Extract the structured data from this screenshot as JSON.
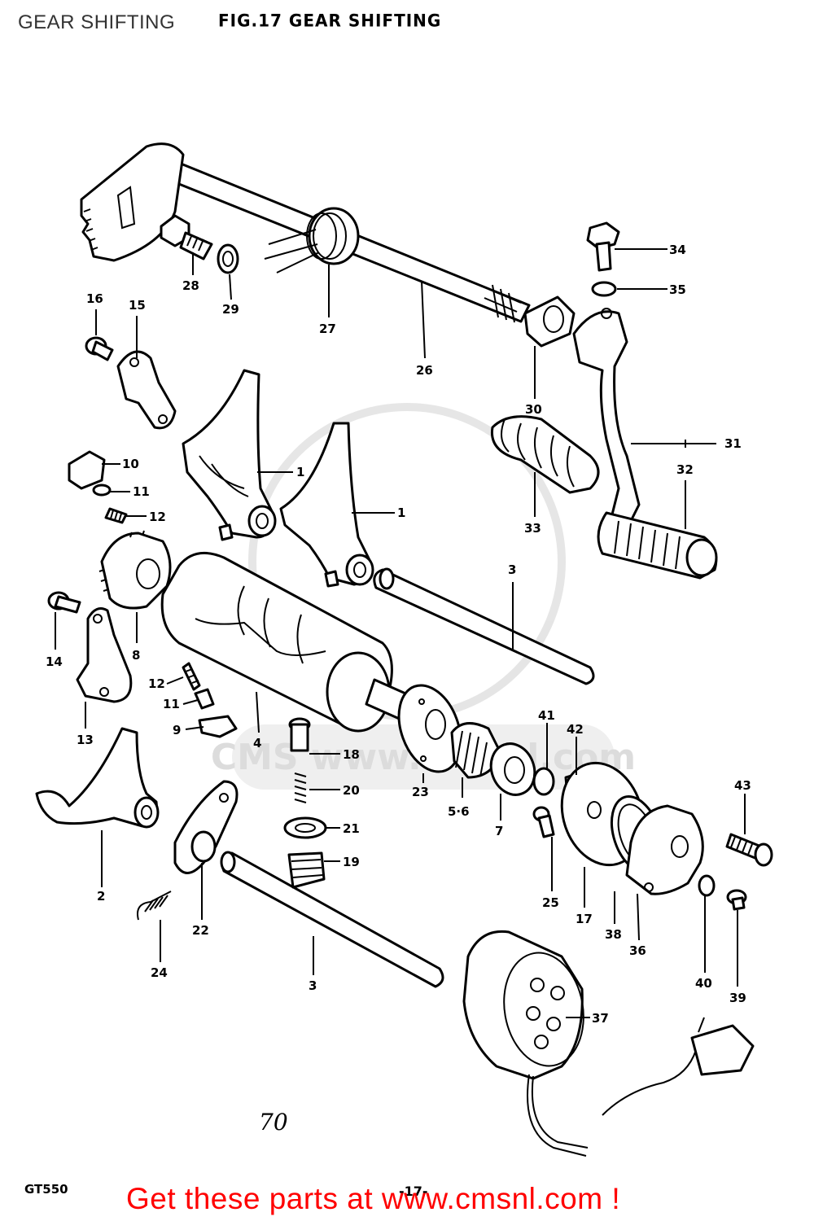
{
  "header": {
    "page_title": "GEAR SHIFTING",
    "figure_title": "FIG.17  GEAR SHIFTING"
  },
  "footer": {
    "model_code": "GT550",
    "page_number": "-17-",
    "handwritten_note": "70",
    "promo_text": "Get these parts at www.cmsnl.com !"
  },
  "watermark": "CMS www.cmsnl.com",
  "colors": {
    "background": "#ffffff",
    "line_art": "#000000",
    "promo_link": "#ff0000",
    "watermark": "#d9d9d9"
  },
  "callouts": [
    {
      "id": "c34",
      "label": "34"
    },
    {
      "id": "c35",
      "label": "35"
    },
    {
      "id": "c28",
      "label": "28"
    },
    {
      "id": "c29",
      "label": "29"
    },
    {
      "id": "c27",
      "label": "27"
    },
    {
      "id": "c26",
      "label": "26"
    },
    {
      "id": "c16",
      "label": "16"
    },
    {
      "id": "c15",
      "label": "15"
    },
    {
      "id": "c30",
      "label": "30"
    },
    {
      "id": "c31",
      "label": "31"
    },
    {
      "id": "c32",
      "label": "32"
    },
    {
      "id": "c33",
      "label": "33"
    },
    {
      "id": "c10",
      "label": "10"
    },
    {
      "id": "c11a",
      "label": "11"
    },
    {
      "id": "c12a",
      "label": "12"
    },
    {
      "id": "c1a",
      "label": "1"
    },
    {
      "id": "c1b",
      "label": "1"
    },
    {
      "id": "c3a",
      "label": "3"
    },
    {
      "id": "c8",
      "label": "8"
    },
    {
      "id": "c14",
      "label": "14"
    },
    {
      "id": "c13",
      "label": "13"
    },
    {
      "id": "c12b",
      "label": "12"
    },
    {
      "id": "c11b",
      "label": "11"
    },
    {
      "id": "c9",
      "label": "9"
    },
    {
      "id": "c4",
      "label": "4"
    },
    {
      "id": "c18",
      "label": "18"
    },
    {
      "id": "c20",
      "label": "20"
    },
    {
      "id": "c21",
      "label": "21"
    },
    {
      "id": "c19",
      "label": "19"
    },
    {
      "id": "c23",
      "label": "23"
    },
    {
      "id": "c56",
      "label": "5·6"
    },
    {
      "id": "c7",
      "label": "7"
    },
    {
      "id": "c41",
      "label": "41"
    },
    {
      "id": "c42",
      "label": "42"
    },
    {
      "id": "c43",
      "label": "43"
    },
    {
      "id": "c25",
      "label": "25"
    },
    {
      "id": "c17",
      "label": "17"
    },
    {
      "id": "c38",
      "label": "38"
    },
    {
      "id": "c36",
      "label": "36"
    },
    {
      "id": "c40",
      "label": "40"
    },
    {
      "id": "c39",
      "label": "39"
    },
    {
      "id": "c2",
      "label": "2"
    },
    {
      "id": "c22",
      "label": "22"
    },
    {
      "id": "c24",
      "label": "24"
    },
    {
      "id": "c3b",
      "label": "3"
    },
    {
      "id": "c37",
      "label": "37"
    }
  ]
}
